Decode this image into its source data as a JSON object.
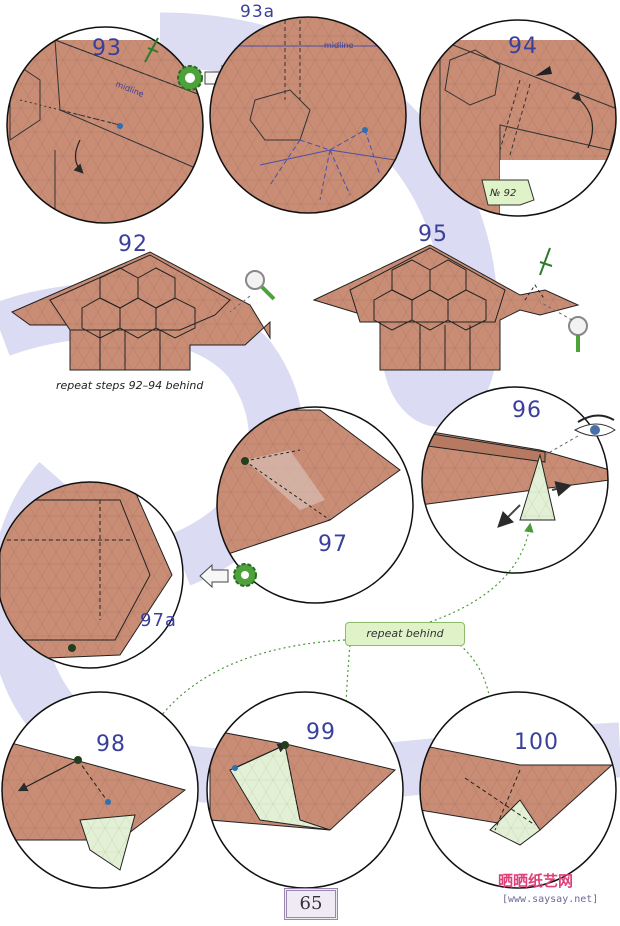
{
  "steps": {
    "s93": "93",
    "s93a": "93a",
    "s94": "94",
    "s92": "92",
    "s95": "95",
    "s96": "96",
    "s97": "97",
    "s97a": "97a",
    "s98": "98",
    "s99": "99",
    "s100": "100"
  },
  "annotations": {
    "midline": "midline",
    "step_ref": "№ 92",
    "repeat_92_94": "repeat steps 92–94 behind",
    "repeat_behind": "repeat behind"
  },
  "page_number": "65",
  "watermark": {
    "brand": "晒晒纸艺网",
    "url": "[www.saysay.net]"
  },
  "colors": {
    "paper": "#c98d76",
    "paper_light": "#e3f0d6",
    "accent": "#3b3f9c",
    "connector": "#4a9a3a"
  }
}
